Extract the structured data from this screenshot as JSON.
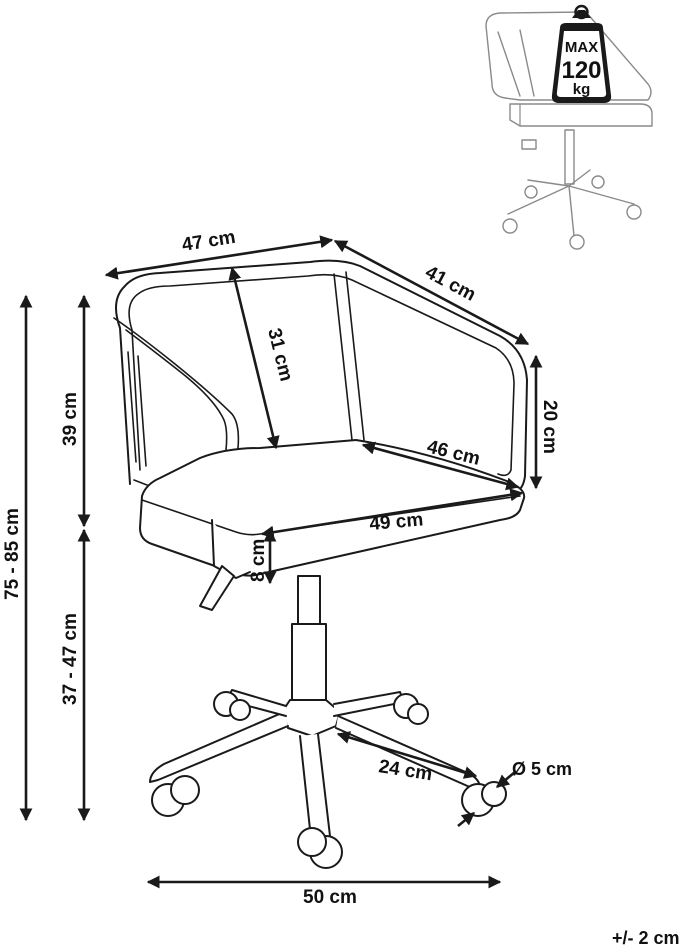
{
  "weight_badge": {
    "line1": "MAX",
    "line2": "120",
    "line3": "kg"
  },
  "dimensions": {
    "backrest_width": "47 cm",
    "armrest_depth": "41 cm",
    "backrest_inner_height": "31 cm",
    "armrest_height": "20 cm",
    "seat_depth": "46 cm",
    "seat_width": "49 cm",
    "seat_thickness": "8 cm",
    "backrest_height": "39 cm",
    "total_height": "75 - 85 cm",
    "seat_height": "37 - 47 cm",
    "leg_length": "24 cm",
    "wheel_diameter": "Ø 5 cm",
    "base_width": "50 cm"
  },
  "tolerance": "+/- 2 cm"
}
